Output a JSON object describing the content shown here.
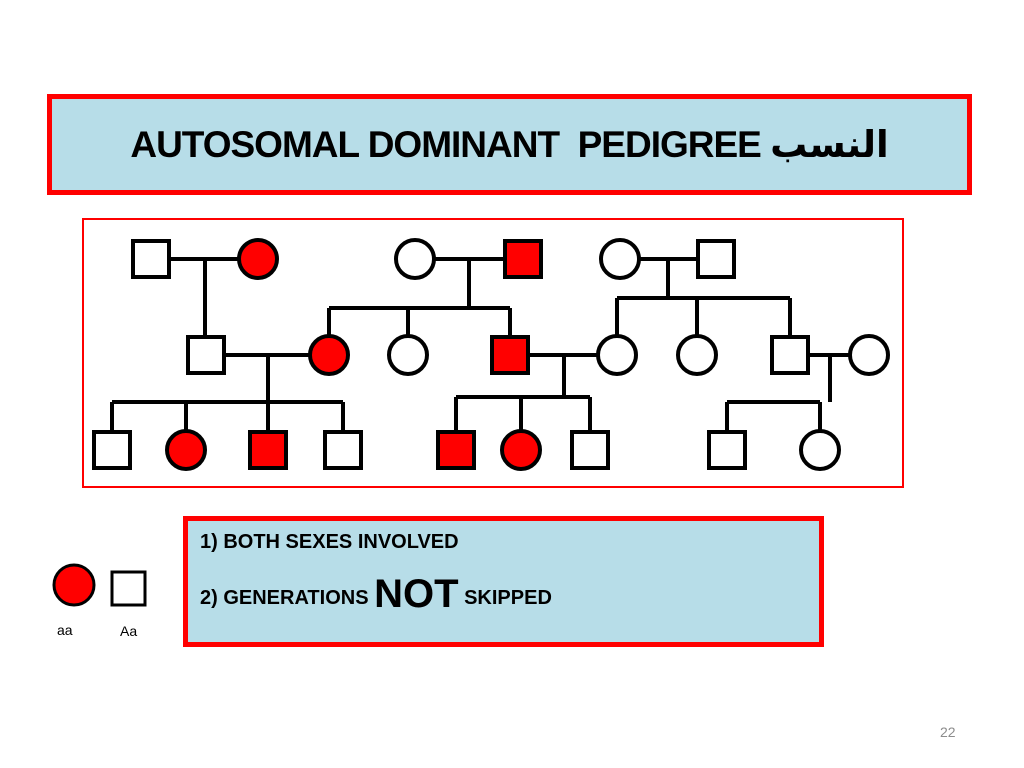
{
  "slide": {
    "title": "AUTOSOMAL DOMINANT  PEDIGREE النسب",
    "number": "22"
  },
  "colors": {
    "affected": "#ff0000",
    "border": "#ff0000",
    "box_fill": "#b7dde8",
    "line": "#000000"
  },
  "legend": {
    "items": [
      {
        "shape": "circle",
        "affected": true,
        "label": "aa"
      },
      {
        "shape": "square",
        "affected": false,
        "label": "Aa"
      }
    ]
  },
  "info": {
    "line1": "1) BOTH SEXES INVOLVED",
    "line2_prefix": "2) GENERATIONS ",
    "line2_emphasis": "NOT",
    "line2_suffix": " SKIPPED"
  },
  "pedigree": {
    "individuals": [
      {
        "id": "g1a",
        "sex": "male",
        "affected": false
      },
      {
        "id": "g1b",
        "sex": "female",
        "affected": true
      },
      {
        "id": "g1c",
        "sex": "female",
        "affected": false
      },
      {
        "id": "g1d",
        "sex": "male",
        "affected": true
      },
      {
        "id": "g1e",
        "sex": "female",
        "affected": false
      },
      {
        "id": "g1f",
        "sex": "male",
        "affected": false
      },
      {
        "id": "g2a",
        "sex": "male",
        "affected": false
      },
      {
        "id": "g2b",
        "sex": "female",
        "affected": true
      },
      {
        "id": "g2c",
        "sex": "female",
        "affected": false
      },
      {
        "id": "g2d",
        "sex": "male",
        "affected": true
      },
      {
        "id": "g2e",
        "sex": "female",
        "affected": false
      },
      {
        "id": "g2f",
        "sex": "female",
        "affected": false
      },
      {
        "id": "g2g",
        "sex": "male",
        "affected": false
      },
      {
        "id": "g2h",
        "sex": "female",
        "affected": false
      },
      {
        "id": "g3a",
        "sex": "male",
        "affected": false
      },
      {
        "id": "g3b",
        "sex": "female",
        "affected": true
      },
      {
        "id": "g3c",
        "sex": "male",
        "affected": true
      },
      {
        "id": "g3d",
        "sex": "male",
        "affected": false
      },
      {
        "id": "g3e",
        "sex": "male",
        "affected": true
      },
      {
        "id": "g3f",
        "sex": "female",
        "affected": true
      },
      {
        "id": "g3g",
        "sex": "male",
        "affected": false
      },
      {
        "id": "g3h",
        "sex": "male",
        "affected": false
      },
      {
        "id": "g3i",
        "sex": "female",
        "affected": false
      }
    ],
    "unions": [
      {
        "partners": [
          "g1a",
          "g1b"
        ],
        "children": [
          "g2a"
        ]
      },
      {
        "partners": [
          "g1c",
          "g1d"
        ],
        "children": [
          "g2b",
          "g2c",
          "g2d"
        ]
      },
      {
        "partners": [
          "g1e",
          "g1f"
        ],
        "children": [
          "g2e",
          "g2f",
          "g2g"
        ]
      },
      {
        "partners": [
          "g2a",
          "g2b"
        ],
        "children": [
          "g3a",
          "g3b",
          "g3c",
          "g3d"
        ]
      },
      {
        "partners": [
          "g2d",
          "g2e"
        ],
        "children": [
          "g3e",
          "g3f",
          "g3g"
        ]
      },
      {
        "partners": [
          "g2g",
          "g2h"
        ],
        "children": [
          "g3h",
          "g3i"
        ]
      }
    ]
  }
}
